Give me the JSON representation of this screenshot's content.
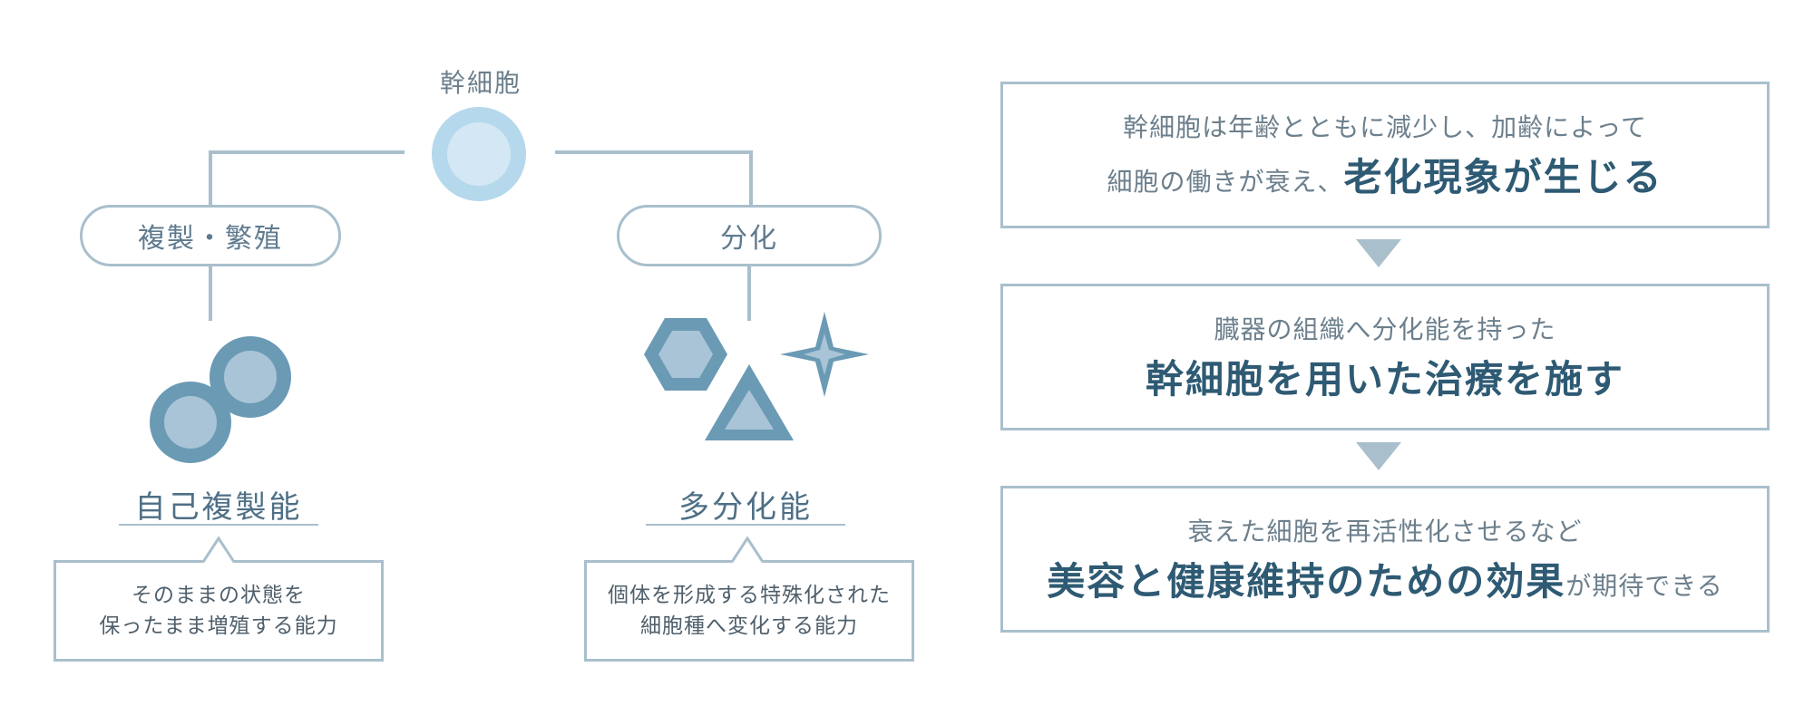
{
  "top": {
    "label": "幹細胞"
  },
  "left_branch": {
    "pill": "複製・繁殖",
    "caption": "自己複製能",
    "desc_line1": "そのままの状態を",
    "desc_line2": "保ったまま増殖する能力"
  },
  "right_branch": {
    "pill": "分化",
    "caption": "多分化能",
    "desc_line1": "個体を形成する特殊化された",
    "desc_line2": "細胞種へ変化する能力"
  },
  "boxes": [
    {
      "line1": "幹細胞は年齢とともに減少し、加齢によって",
      "line2_small": "細胞の働きが衰え、",
      "line2_big": "老化現象が生じる"
    },
    {
      "line1": "臓器の組織へ分化能を持った",
      "line2_big": "幹細胞を用いた治療を施す"
    },
    {
      "line1": "衰えた細胞を再活性化させるなど",
      "line2_big": "美容と健康維持のための効果",
      "line2_tail": "が期待できる"
    }
  ],
  "colors": {
    "line": "#a9bfcc",
    "shape_dark": "#6b9ab5",
    "shape_light": "#a9c4d6",
    "stem_outer": "#b5d8ec",
    "stem_inner": "#d3e8f4",
    "emphasis": "#2e5a73"
  }
}
